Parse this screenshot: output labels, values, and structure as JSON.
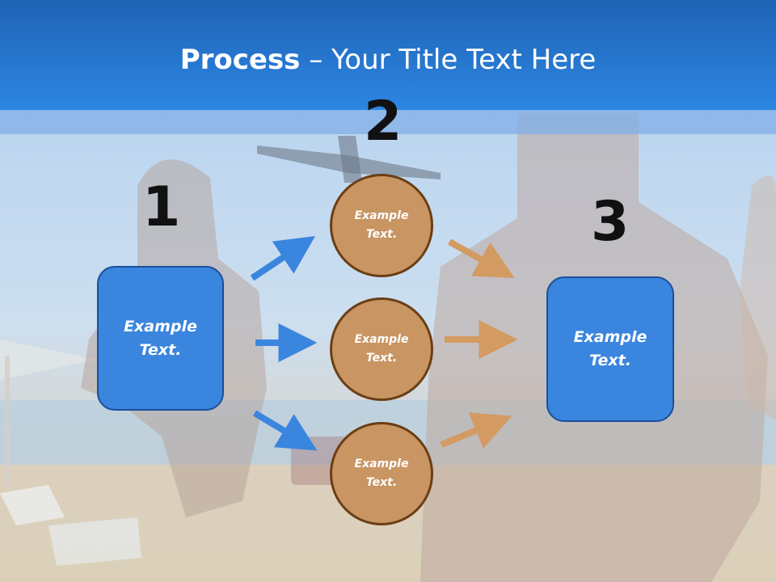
{
  "header": {
    "title_bold": "Process",
    "title_rest": " – Your Title Text Here"
  },
  "steps": {
    "step1": {
      "number": "1",
      "text_line1": "Example",
      "text_line2": "Text."
    },
    "step2": {
      "number": "2",
      "circles": [
        {
          "text_line1": "Example",
          "text_line2": "Text."
        },
        {
          "text_line1": "Example",
          "text_line2": "Text."
        },
        {
          "text_line1": "Example",
          "text_line2": "Text."
        }
      ]
    },
    "step3": {
      "number": "3",
      "text_line1": "Example",
      "text_line2": "Text."
    }
  },
  "colors": {
    "header_blue": "#2c86e2",
    "box_blue": "#3a85de",
    "circle_tan": "#c99563",
    "arrow_blue": "#3a85de",
    "arrow_tan": "#d39a62"
  }
}
